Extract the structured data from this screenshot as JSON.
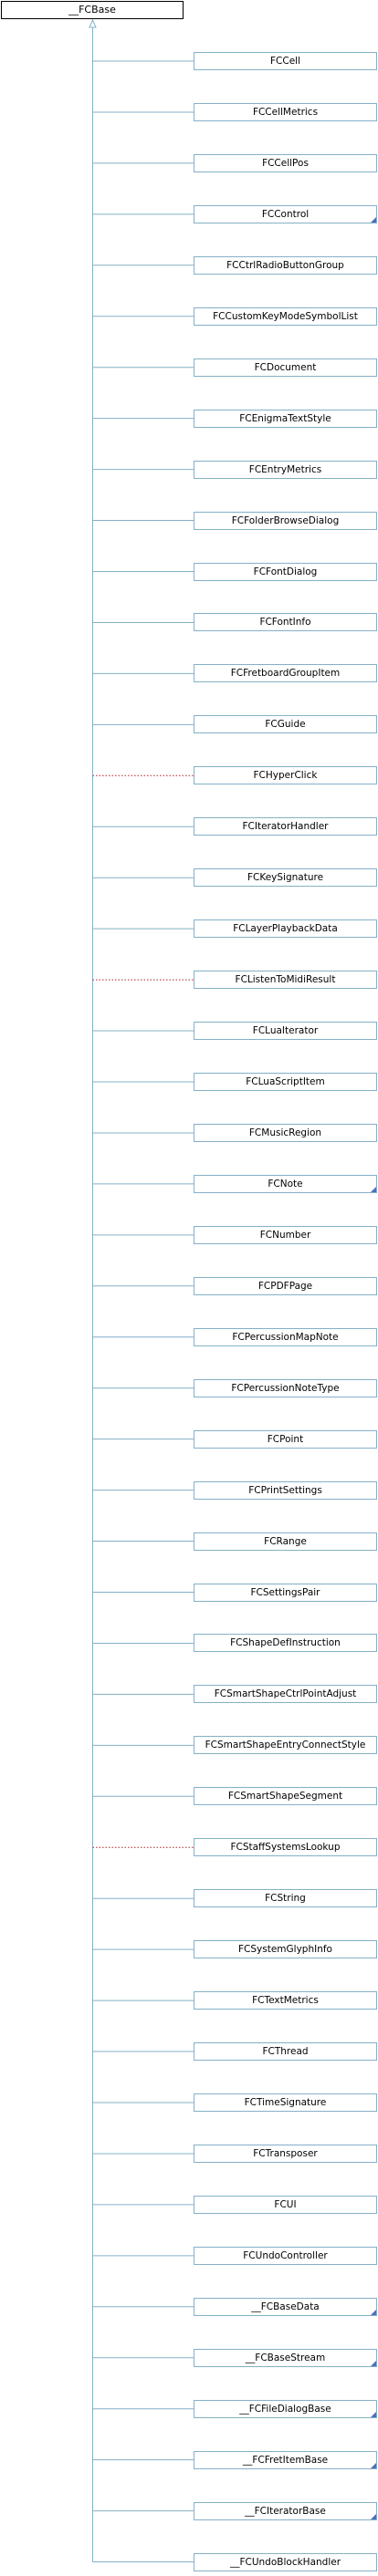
{
  "root": {
    "label": "__FCBase"
  },
  "colors": {
    "solid_edge": "#84b0c7",
    "dotted_edge": "#b22222",
    "node_border": "#84b0c7",
    "fold_marker": "#4b6fbf"
  },
  "children": [
    {
      "label": "FCCell",
      "edge": "solid",
      "has_children": false
    },
    {
      "label": "FCCellMetrics",
      "edge": "solid",
      "has_children": false
    },
    {
      "label": "FCCellPos",
      "edge": "solid",
      "has_children": false
    },
    {
      "label": "FCControl",
      "edge": "solid",
      "has_children": true
    },
    {
      "label": "FCCtrlRadioButtonGroup",
      "edge": "solid",
      "has_children": false
    },
    {
      "label": "FCCustomKeyModeSymbolList",
      "edge": "solid",
      "has_children": false
    },
    {
      "label": "FCDocument",
      "edge": "solid",
      "has_children": false
    },
    {
      "label": "FCEnigmaTextStyle",
      "edge": "solid",
      "has_children": false
    },
    {
      "label": "FCEntryMetrics",
      "edge": "solid",
      "has_children": false
    },
    {
      "label": "FCFolderBrowseDialog",
      "edge": "solid",
      "has_children": false
    },
    {
      "label": "FCFontDialog",
      "edge": "solid",
      "has_children": false
    },
    {
      "label": "FCFontInfo",
      "edge": "solid",
      "has_children": false
    },
    {
      "label": "FCFretboardGroupItem",
      "edge": "solid",
      "has_children": false
    },
    {
      "label": "FCGuide",
      "edge": "solid",
      "has_children": false
    },
    {
      "label": "FCHyperClick",
      "edge": "dotted",
      "has_children": false
    },
    {
      "label": "FCIteratorHandler",
      "edge": "solid",
      "has_children": false
    },
    {
      "label": "FCKeySignature",
      "edge": "solid",
      "has_children": false
    },
    {
      "label": "FCLayerPlaybackData",
      "edge": "solid",
      "has_children": false
    },
    {
      "label": "FCListenToMidiResult",
      "edge": "dotted",
      "has_children": false
    },
    {
      "label": "FCLuaIterator",
      "edge": "solid",
      "has_children": false
    },
    {
      "label": "FCLuaScriptItem",
      "edge": "solid",
      "has_children": false
    },
    {
      "label": "FCMusicRegion",
      "edge": "solid",
      "has_children": false
    },
    {
      "label": "FCNote",
      "edge": "solid",
      "has_children": true
    },
    {
      "label": "FCNumber",
      "edge": "solid",
      "has_children": false
    },
    {
      "label": "FCPDFPage",
      "edge": "solid",
      "has_children": false
    },
    {
      "label": "FCPercussionMapNote",
      "edge": "solid",
      "has_children": false
    },
    {
      "label": "FCPercussionNoteType",
      "edge": "solid",
      "has_children": false
    },
    {
      "label": "FCPoint",
      "edge": "solid",
      "has_children": false
    },
    {
      "label": "FCPrintSettings",
      "edge": "solid",
      "has_children": false
    },
    {
      "label": "FCRange",
      "edge": "solid",
      "has_children": false
    },
    {
      "label": "FCSettingsPair",
      "edge": "solid",
      "has_children": false
    },
    {
      "label": "FCShapeDefInstruction",
      "edge": "solid",
      "has_children": false
    },
    {
      "label": "FCSmartShapeCtrlPointAdjust",
      "edge": "solid",
      "has_children": false
    },
    {
      "label": "FCSmartShapeEntryConnectStyle",
      "edge": "solid",
      "has_children": false
    },
    {
      "label": "FCSmartShapeSegment",
      "edge": "solid",
      "has_children": false
    },
    {
      "label": "FCStaffSystemsLookup",
      "edge": "dotted",
      "has_children": false
    },
    {
      "label": "FCString",
      "edge": "solid",
      "has_children": false
    },
    {
      "label": "FCSystemGlyphInfo",
      "edge": "solid",
      "has_children": false
    },
    {
      "label": "FCTextMetrics",
      "edge": "solid",
      "has_children": false
    },
    {
      "label": "FCThread",
      "edge": "solid",
      "has_children": false
    },
    {
      "label": "FCTimeSignature",
      "edge": "solid",
      "has_children": false
    },
    {
      "label": "FCTransposer",
      "edge": "solid",
      "has_children": false
    },
    {
      "label": "FCUI",
      "edge": "solid",
      "has_children": false
    },
    {
      "label": "FCUndoController",
      "edge": "solid",
      "has_children": false
    },
    {
      "label": "__FCBaseData",
      "edge": "solid",
      "has_children": true
    },
    {
      "label": "__FCBaseStream",
      "edge": "solid",
      "has_children": true
    },
    {
      "label": "__FCFileDialogBase",
      "edge": "solid",
      "has_children": true
    },
    {
      "label": "__FCFretItemBase",
      "edge": "solid",
      "has_children": true
    },
    {
      "label": "__FCIteratorBase",
      "edge": "solid",
      "has_children": true
    },
    {
      "label": "__FCUndoBlockHandler",
      "edge": "solid",
      "has_children": false
    }
  ]
}
